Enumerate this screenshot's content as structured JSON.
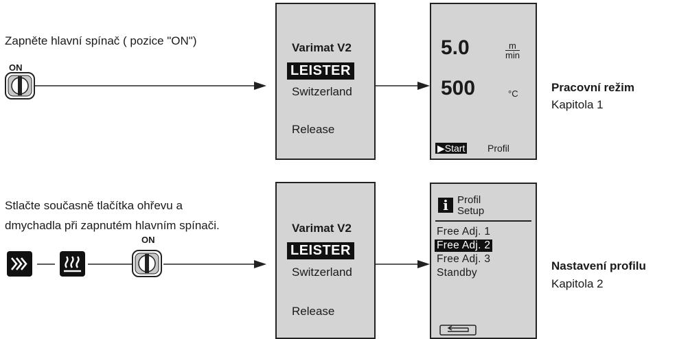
{
  "row1": {
    "instruction": "Zapněte hlavní spínač ( pozice \"ON\")",
    "switch_label": "ON",
    "screen1": {
      "line1": "Varimat V2",
      "brand": "LEISTER",
      "line3": "Switzerland",
      "line4": "Release"
    },
    "screen2": {
      "speed": "5.0",
      "speed_unit_num": "m",
      "speed_unit_den": "min",
      "temp": "500",
      "temp_unit": "°C",
      "softkey_start": "Start",
      "softkey_profil": "Profil"
    },
    "mode_title": "Pracovní režim",
    "mode_sub": "Kapitola 1"
  },
  "row2": {
    "instruction_line1": "Stlačte současně tlačítka ohřevu a",
    "instruction_line2": "dmychadla při zapnutém hlavním spínači.",
    "switch_label": "ON",
    "icons": [
      "blower-button-icon",
      "heating-button-icon"
    ],
    "screen1": {
      "line1": "Varimat V2",
      "brand": "LEISTER",
      "line3": "Switzerland",
      "line4": "Release"
    },
    "screen2": {
      "header_l1": "Profil",
      "header_l2": "Setup",
      "items": [
        "Free Adj. 1",
        "Free Adj. 2",
        "Free Adj. 3",
        "Standby"
      ],
      "selected_index": 1
    },
    "mode_title": "Nastavení  profilu",
    "mode_sub": "Kapitola 2"
  }
}
